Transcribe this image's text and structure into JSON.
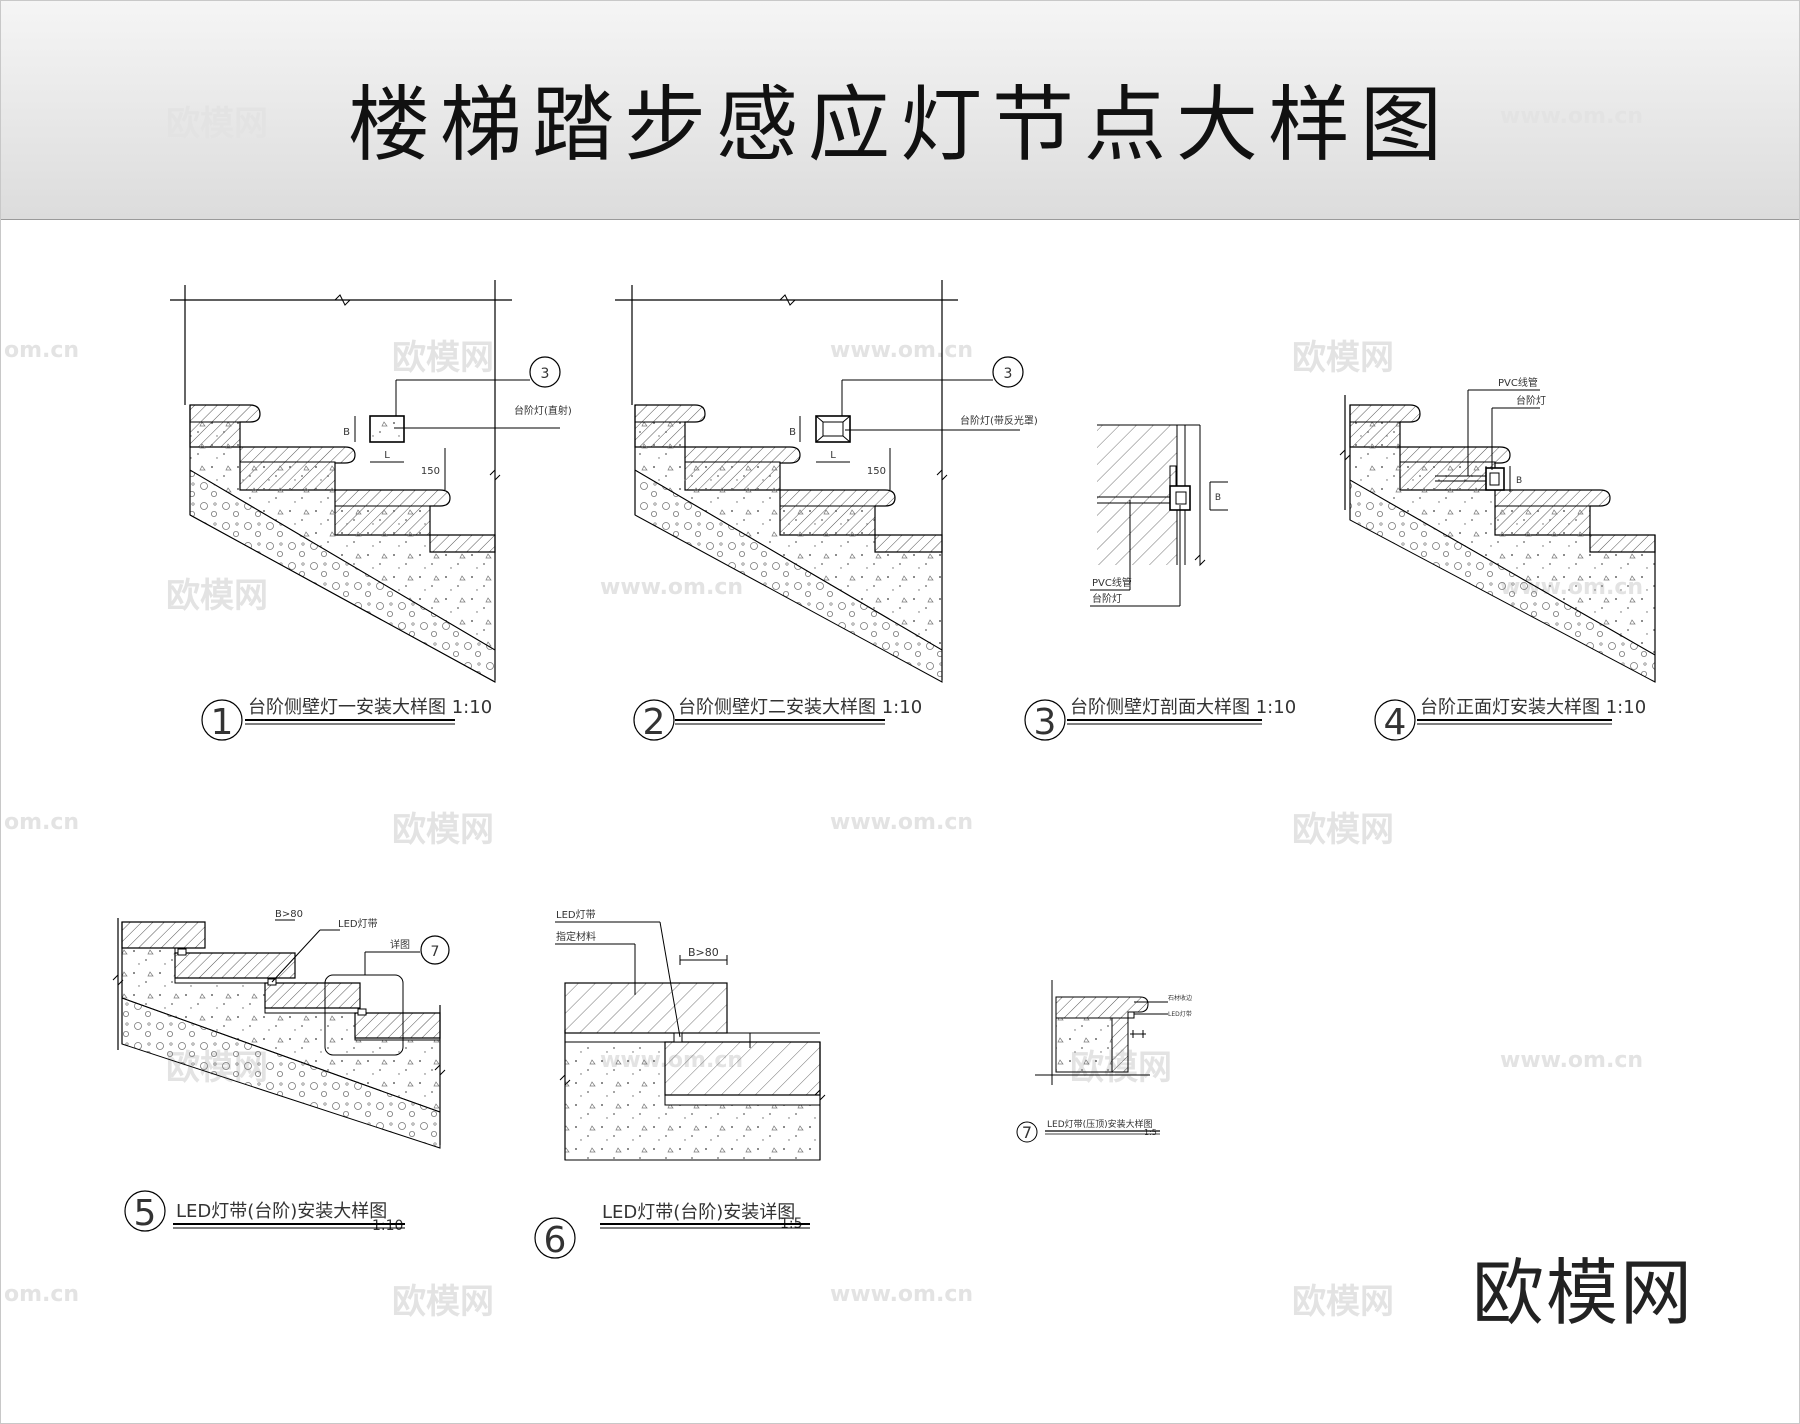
{
  "page_title": "楼梯踏步感应灯节点大样图",
  "brand": "欧模网",
  "watermark": {
    "cn": "欧模网",
    "url": "www.om.cn",
    "url_partial": "om.cn"
  },
  "details": [
    {
      "num": "1",
      "caption": "台阶侧壁灯一安装大样图 1:10",
      "callout": "3",
      "lamp_label": "台阶灯(直射)",
      "dim_b": "B",
      "dim_l": "L",
      "dim_h": "150"
    },
    {
      "num": "2",
      "caption": "台阶侧壁灯二安装大样图 1:10",
      "callout": "3",
      "lamp_label": "台阶灯(带反光罩)",
      "dim_b": "B",
      "dim_l": "L",
      "dim_h": "150"
    },
    {
      "num": "3",
      "caption": "台阶侧壁灯剖面大样图 1:10",
      "label_pvc": "PVC线管",
      "label_lamp": "台阶灯",
      "dim_b": "B"
    },
    {
      "num": "4",
      "caption": "台阶正面灯安装大样图 1:10",
      "label_pvc": "PVC线管",
      "label_lamp": "台阶灯",
      "dim_b": "B"
    },
    {
      "num": "5",
      "caption": "LED灯带(台阶)安装大样图",
      "scale": "1:10",
      "callout": "7",
      "label_led": "LED灯带",
      "label_detail": "详图",
      "dim": "B>80"
    },
    {
      "num": "6",
      "caption": "LED灯带(台阶)安装详图",
      "scale": "1:5",
      "label_led": "LED灯带",
      "label_material": "指定材料",
      "dim": "B>80"
    },
    {
      "num": "7",
      "caption": "LED灯带(压顶)安装大样图",
      "scale": "1:5",
      "label_a": "石材收边",
      "label_b": "LED灯带"
    }
  ]
}
